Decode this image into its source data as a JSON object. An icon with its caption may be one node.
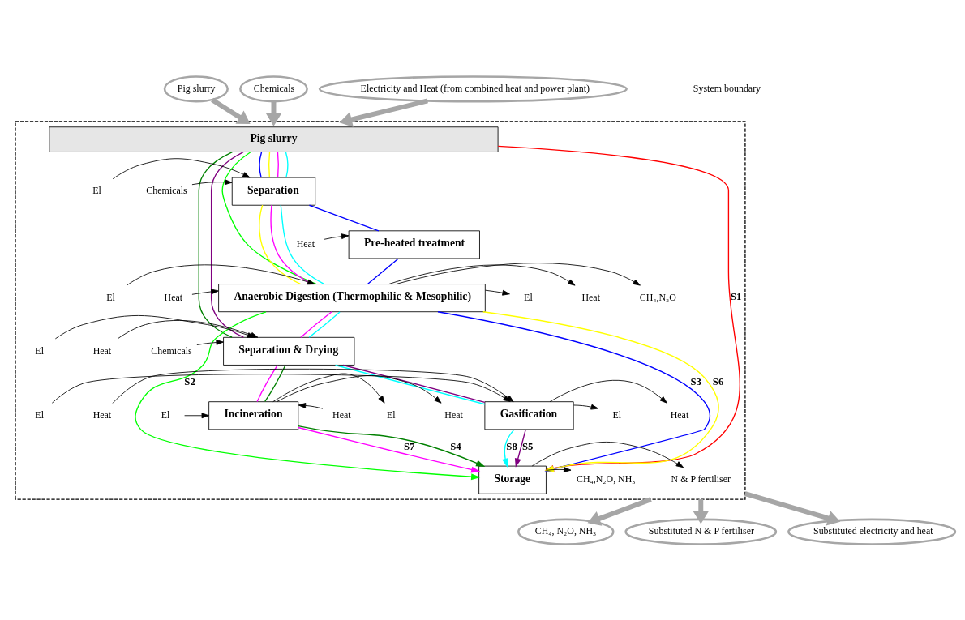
{
  "diagram": {
    "nodes": [
      {
        "text": [
          "Pig slurry"
        ]
      },
      {
        "text": [
          "Chemicals"
        ]
      },
      {
        "text": [
          "Electricity and Heat (from combined heat and power plant)"
        ]
      },
      {
        "text": [],
        "shape": "box"
      },
      {
        "text": [
          "Pig slurry"
        ],
        "in": 3
      },
      {
        "text": [
          "Heat"
        ],
        "in": 3
      },
      {
        "text": [
          "Pre-heated treatment"
        ],
        "in": 3
      },
      {
        "text": [
          "El"
        ],
        "in": 3
      },
      {
        "text": [
          "Chemicals"
        ],
        "in": 3
      },
      {
        "text": [
          "Separation"
        ],
        "in": 3
      },
      {
        "text": [
          "El"
        ],
        "in": 3
      },
      {
        "text": [
          "Heat"
        ],
        "in": 3
      },
      {
        "text": [
          "Anaerobic Digestion (Thermophilic & Mesophilic)"
        ],
        "in": 3
      },
      {
        "text": [
          "El"
        ],
        "in": 3
      },
      {
        "text": [
          "Heat"
        ],
        "in": 3
      },
      {
        "text": [
          "CH₄,N₂O"
        ],
        "in": 3
      },
      {
        "text": [
          "El"
        ],
        "in": 3
      },
      {
        "text": [
          "Heat"
        ],
        "in": 3
      },
      {
        "text": [
          "Chemicals"
        ],
        "in": 3
      },
      {
        "text": [
          "Separation & Drying"
        ],
        "in": 3
      },
      {
        "text": [
          "El"
        ],
        "in": 3
      },
      {
        "text": [
          "Heat"
        ],
        "in": 3
      },
      {
        "text": [
          "Incineration"
        ],
        "in": 3
      },
      {
        "text": [
          "El"
        ],
        "in": 3
      },
      {
        "text": [
          "Heat"
        ],
        "in": 3
      },
      {
        "text": [
          "El"
        ],
        "in": 3
      },
      {
        "text": [
          "Heat"
        ],
        "in": 3
      },
      {
        "text": [
          "Gasification"
        ],
        "in": 3
      },
      {
        "text": [
          "El"
        ],
        "in": 3
      },
      {
        "text": [
          "Heat"
        ],
        "in": 3
      },
      {
        "text": [
          "Storage"
        ],
        "in": 3
      },
      {
        "text": [
          "CH₄,N₂O, NH₃"
        ],
        "in": 3
      },
      {
        "text": [
          "N & P fertiliser"
        ],
        "in": 3
      },
      {
        "text": [
          "CH₄, N₂O, NH₃"
        ]
      },
      {
        "text": [
          "Substituted N & P fertiliser"
        ]
      },
      {
        "text": [
          "Substituted electricity and heat"
        ]
      }
    ],
    "edges": [
      {
        "from": 0,
        "to": 3,
        "arrow": "to",
        "style": "thick",
        "color": "#a6a6a6"
      },
      {
        "from": 1,
        "to": 3,
        "arrow": "to",
        "style": "thick",
        "color": "#a6a6a6"
      },
      {
        "from": 2,
        "to": 3,
        "arrow": "to",
        "style": "thick",
        "color": "#a6a6a6"
      },
      {
        "from": 3,
        "to": 33,
        "arrow": "to",
        "style": "thick",
        "color": "#a6a6a6"
      },
      {
        "from": 3,
        "to": 34,
        "arrow": "to",
        "style": "thick",
        "color": "#a6a6a6"
      },
      {
        "from": 3,
        "to": 35,
        "arrow": "to",
        "style": "thick",
        "color": "#a6a6a6"
      },
      {
        "from": 4,
        "to": 30,
        "arrow": "to",
        "label": "S1",
        "color": "#ff0000"
      },
      {
        "from": 4,
        "to": 12,
        "arrow": "none",
        "color": "#00ff00"
      },
      {
        "from": 12,
        "to": 30,
        "arrow": "to",
        "label": "S2",
        "color": "#00ff00"
      },
      {
        "from": 4,
        "to": 9,
        "arrow": "none",
        "color": "#0000ff"
      },
      {
        "from": 9,
        "to": 6,
        "arrow": "none",
        "color": "#0000ff"
      },
      {
        "from": 6,
        "to": 12,
        "arrow": "none",
        "color": "#0000ff"
      },
      {
        "from": 12,
        "to": 30,
        "arrow": "to",
        "label": "S3",
        "color": "#0000ff"
      },
      {
        "from": 4,
        "to": 9,
        "arrow": "none",
        "color": "#ffff00"
      },
      {
        "from": 9,
        "to": 12,
        "arrow": "none",
        "color": "#ffff00"
      },
      {
        "from": 12,
        "to": 30,
        "arrow": "to",
        "label": "S6",
        "color": "#ffff00"
      },
      {
        "from": 4,
        "to": 9,
        "arrow": "none",
        "color": "#ff00ff"
      },
      {
        "from": 9,
        "to": 12,
        "arrow": "none",
        "color": "#ff00ff"
      },
      {
        "from": 12,
        "to": 19,
        "arrow": "none",
        "color": "#ff00ff"
      },
      {
        "from": 19,
        "to": 22,
        "arrow": "none",
        "color": "#ff00ff"
      },
      {
        "from": 22,
        "to": 30,
        "arrow": "to",
        "label": "S7",
        "color": "#ff00ff"
      },
      {
        "from": 4,
        "to": 9,
        "arrow": "none",
        "color": "#00ffff"
      },
      {
        "from": 9,
        "to": 12,
        "arrow": "none",
        "color": "#00ffff"
      },
      {
        "from": 12,
        "to": 19,
        "arrow": "none",
        "color": "#00ffff"
      },
      {
        "from": 19,
        "to": 27,
        "arrow": "none",
        "color": "#00ffff"
      },
      {
        "from": 27,
        "to": 30,
        "arrow": "to",
        "label": "S8",
        "color": "#00ffff"
      },
      {
        "from": 4,
        "to": 19,
        "arrow": "none",
        "color": "#008000"
      },
      {
        "from": 19,
        "to": 22,
        "arrow": "none",
        "color": "#008000"
      },
      {
        "from": 22,
        "to": 30,
        "arrow": "to",
        "label": "S4",
        "color": "#008000"
      },
      {
        "from": 4,
        "to": 19,
        "arrow": "none",
        "color": "#800080"
      },
      {
        "from": 19,
        "to": 27,
        "arrow": "none",
        "color": "#800080"
      },
      {
        "from": 27,
        "to": 30,
        "arrow": "to",
        "label": "S5",
        "color": "#800080"
      },
      {
        "from": 5,
        "to": 6,
        "arrow": "to"
      },
      {
        "from": 7,
        "to": 9,
        "arrow": "to"
      },
      {
        "from": 8,
        "to": 9,
        "arrow": "to"
      },
      {
        "from": 10,
        "to": 12,
        "arrow": "to"
      },
      {
        "from": 11,
        "to": 12,
        "arrow": "to"
      },
      {
        "from": 12,
        "to": 13,
        "arrow": "to"
      },
      {
        "from": 12,
        "to": 14,
        "arrow": "to"
      },
      {
        "from": 12,
        "to": 15,
        "arrow": "to"
      },
      {
        "from": 16,
        "to": 19,
        "arrow": "to"
      },
      {
        "from": 17,
        "to": 19,
        "arrow": "to"
      },
      {
        "from": 18,
        "to": 19,
        "arrow": "to"
      },
      {
        "from": 20,
        "to": 22,
        "arrow": "to"
      },
      {
        "from": 21,
        "to": 22,
        "arrow": "to"
      },
      {
        "from": 22,
        "to": 23,
        "arrow": "to"
      },
      {
        "from": 22,
        "to": 24,
        "arrow": "to"
      },
      {
        "from": 25,
        "to": 27,
        "arrow": "to"
      },
      {
        "from": 26,
        "to": 27,
        "arrow": "to"
      },
      {
        "from": 27,
        "to": 28,
        "arrow": "to"
      },
      {
        "from": 27,
        "to": 29,
        "arrow": "to"
      },
      {
        "from": 30,
        "to": 31,
        "arrow": "to"
      },
      {
        "from": 30,
        "to": 32,
        "arrow": "to"
      }
    ],
    "legend": [
      {
        "text": "System boundary"
      }
    ]
  }
}
